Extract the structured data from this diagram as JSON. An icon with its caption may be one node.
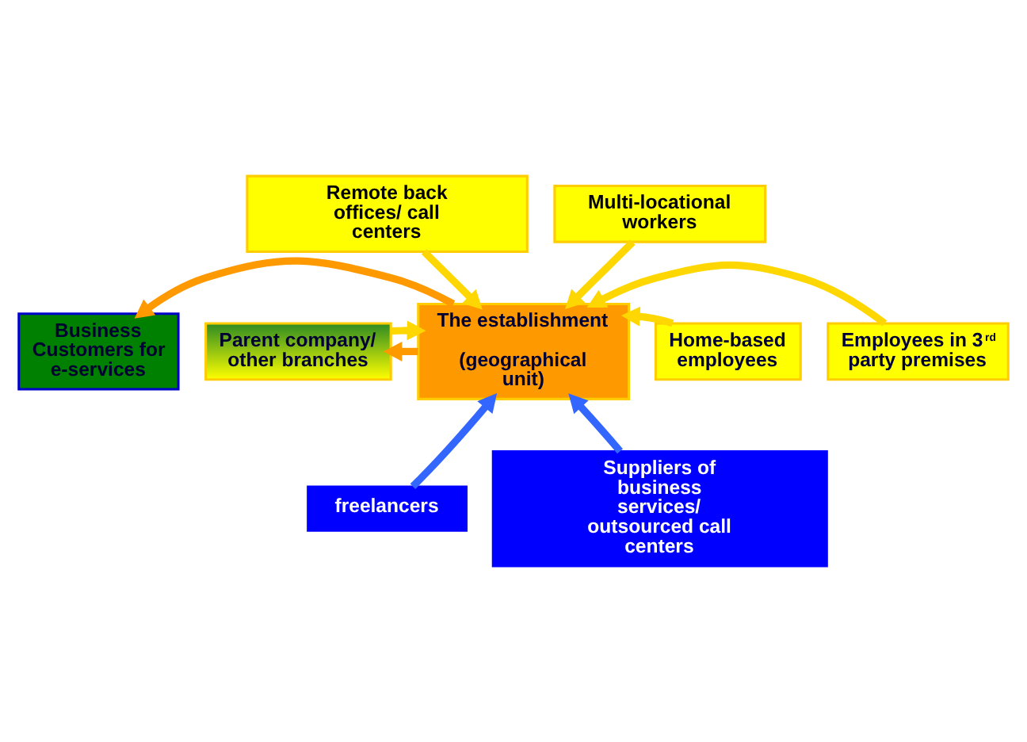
{
  "diagram": {
    "nodes": [
      {
        "text": [
          "Remote back offices/ call centers"
        ]
      },
      {
        "text": [
          "Multi-locational workers"
        ]
      },
      {
        "text": [
          "Business Customers for e-services"
        ]
      },
      {
        "text": [
          "The establishment",
          "(geographical unit)"
        ]
      },
      {
        "text": [
          "Home-based employees"
        ]
      },
      {
        "text": [
          "Parent company/ other branches"
        ]
      },
      {
        "text": [
          "Employees in 3$^{rd}$ party premises"
        ]
      },
      {
        "text": [
          "freelancers"
        ]
      },
      {
        "text": [
          "Suppliers of business services/ outsourced call centers"
        ]
      }
    ],
    "edges": [
      {
        "from": 0,
        "to": 3,
        "arrow": "to"
      },
      {
        "from": 1,
        "to": 3,
        "arrow": "to"
      },
      {
        "from": 3,
        "to": 2,
        "arrow": "to",
        "color": "#ff9900"
      },
      {
        "from": 4,
        "to": 3,
        "arrow": "to"
      },
      {
        "from": 3,
        "to": 5,
        "arrow": "to",
        "color": "#ff9900"
      },
      {
        "from": 5,
        "to": 3,
        "arrow": "to"
      },
      {
        "from": 6,
        "to": 3,
        "arrow": "to"
      },
      {
        "from": 7,
        "to": 3,
        "arrow": "to",
        "color": "#3366ff"
      },
      {
        "from": 8,
        "to": 3,
        "arrow": "to",
        "color": "#3366ff"
      }
    ]
  }
}
